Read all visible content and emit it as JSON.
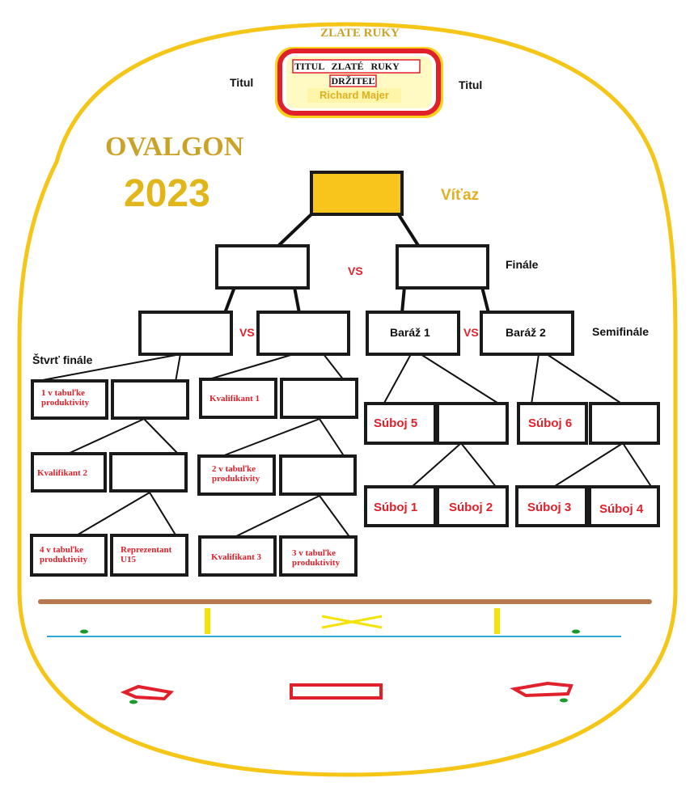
{
  "header": {
    "top_title": "ZLATE RUKY",
    "title_left": "Titul",
    "title_right": "Titul",
    "plaque_line1": "TITUL   ZLATÉ   RUKY",
    "plaque_line2": "DRŽITEĽ",
    "plaque_holder": "Richard Majer"
  },
  "event": {
    "name": "OVALGON",
    "year": "2023"
  },
  "stages": {
    "winner": "Víťaz",
    "final": "Finále",
    "semifinal": "Semifinále",
    "quarterfinal": "Štvrť finále",
    "vs": "VS"
  },
  "playoff": {
    "baraz1": "Baráž 1",
    "baraz2": "Baráž 2",
    "suboj1": "Súboj 1",
    "suboj2": "Súboj 2",
    "suboj3": "Súboj 3",
    "suboj4": "Súboj 4",
    "suboj5": "Súboj 5",
    "suboj6": "Súboj 6"
  },
  "seeds": {
    "tab1": "1 v tabuľke produktivity",
    "tab2": "2 v tabuľke produktivity",
    "tab3": "3 v tabuľke produktivity",
    "tab4": "4 v tabuľke produktivity",
    "kval1": "Kvalifikant 1",
    "kval2": "Kvalifikant 2",
    "kval3": "Kvalifikant 3",
    "u15": "Reprezentant U15"
  },
  "colors": {
    "oval": "#f5c518",
    "gold_text": "#c9a227",
    "red_text": "#e0212b",
    "winner_fill": "#f8c51c",
    "board": "#b5784f",
    "ice_line": "#29a9d8"
  }
}
